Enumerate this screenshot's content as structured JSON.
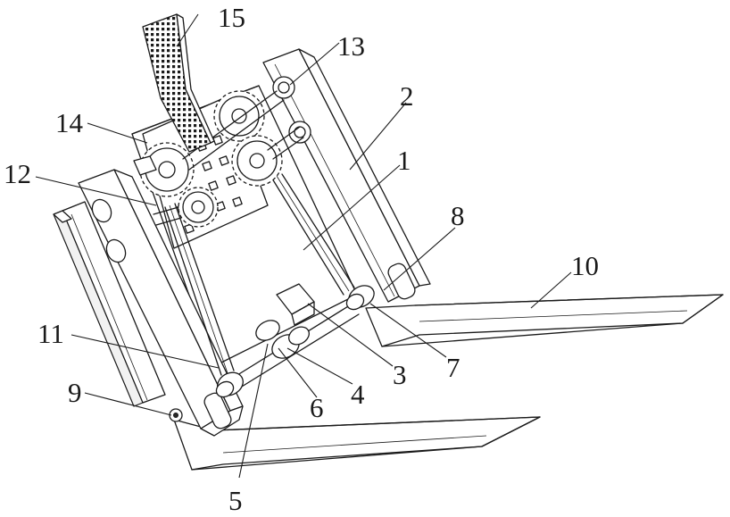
{
  "callouts": [
    {
      "id": "label-1",
      "text": "1"
    },
    {
      "id": "label-2",
      "text": "2"
    },
    {
      "id": "label-3",
      "text": "3"
    },
    {
      "id": "label-4",
      "text": "4"
    },
    {
      "id": "label-5",
      "text": "5"
    },
    {
      "id": "label-6",
      "text": "6"
    },
    {
      "id": "label-7",
      "text": "7"
    },
    {
      "id": "label-8",
      "text": "8"
    },
    {
      "id": "label-9",
      "text": "9"
    },
    {
      "id": "label-10",
      "text": "10"
    },
    {
      "id": "label-11",
      "text": "11"
    },
    {
      "id": "label-12",
      "text": "12"
    },
    {
      "id": "label-13",
      "text": "13"
    },
    {
      "id": "label-14",
      "text": "14"
    },
    {
      "id": "label-15",
      "text": "15"
    }
  ]
}
